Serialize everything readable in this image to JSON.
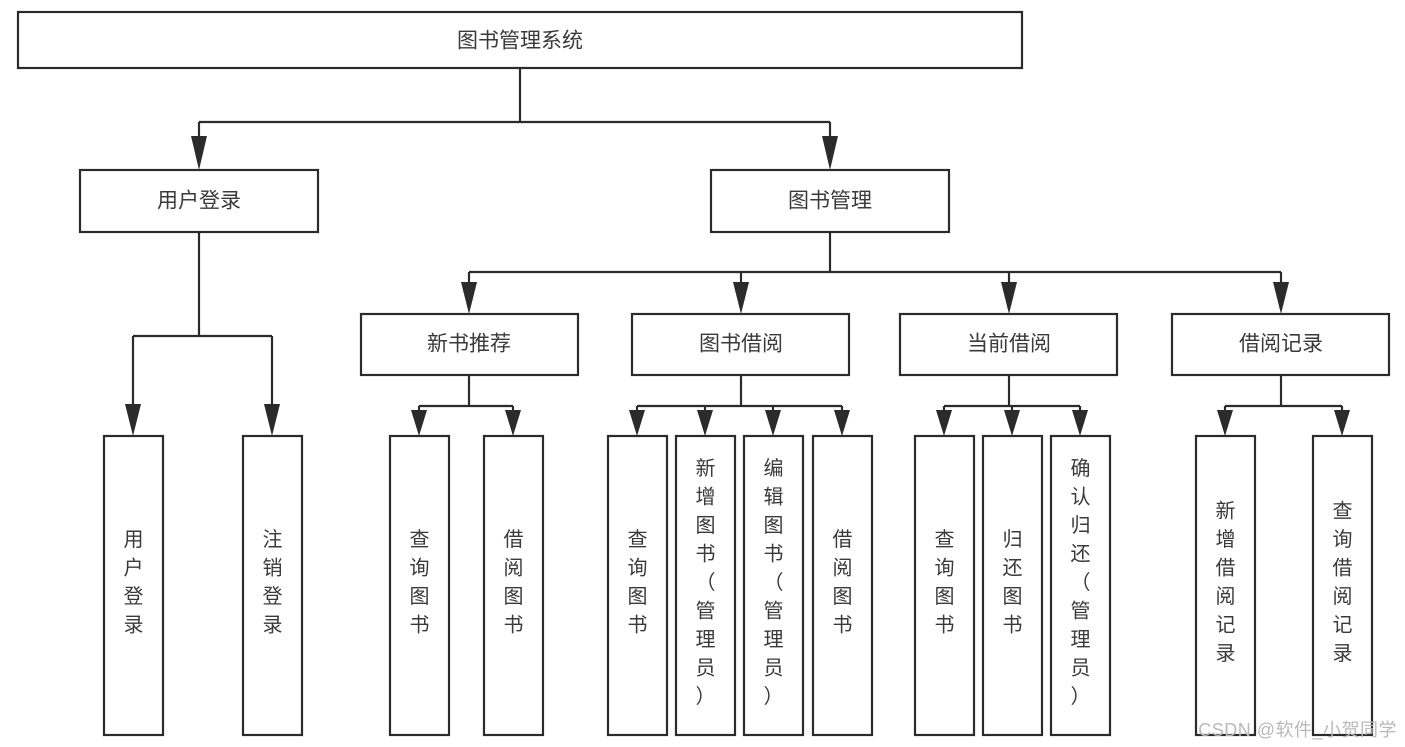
{
  "diagram": {
    "type": "tree",
    "title": "图书管理系统",
    "watermark": "CSDN @软件_小贺同学",
    "colors": {
      "stroke": "#2b2b2b",
      "fill": "#ffffff",
      "text": "#3a3a3a",
      "background": "#ffffff",
      "watermark": "#b9b9b9"
    },
    "root": {
      "id": "root",
      "label": "图书管理系统",
      "orientation": "horizontal"
    },
    "level2": [
      {
        "id": "user-login",
        "label": "用户登录",
        "orientation": "horizontal"
      },
      {
        "id": "book-manage",
        "label": "图书管理",
        "orientation": "horizontal"
      }
    ],
    "level3": [
      {
        "id": "new-book-recommend",
        "label": "新书推荐",
        "orientation": "horizontal",
        "parent": "book-manage"
      },
      {
        "id": "book-borrow",
        "label": "图书借阅",
        "orientation": "horizontal",
        "parent": "book-manage"
      },
      {
        "id": "current-borrow",
        "label": "当前借阅",
        "orientation": "horizontal",
        "parent": "book-manage"
      },
      {
        "id": "borrow-record",
        "label": "借阅记录",
        "orientation": "horizontal",
        "parent": "book-manage"
      }
    ],
    "leaves": [
      {
        "id": "leaf-user-login",
        "label": "用户登录",
        "orientation": "vertical",
        "parent": "user-login"
      },
      {
        "id": "leaf-logout",
        "label": "注销登录",
        "orientation": "vertical",
        "parent": "user-login"
      },
      {
        "id": "leaf-query-book-1",
        "label": "查询图书",
        "orientation": "vertical",
        "parent": "new-book-recommend"
      },
      {
        "id": "leaf-borrow-book-1",
        "label": "借阅图书",
        "orientation": "vertical",
        "parent": "new-book-recommend"
      },
      {
        "id": "leaf-query-book-2",
        "label": "查询图书",
        "orientation": "vertical",
        "parent": "book-borrow"
      },
      {
        "id": "leaf-add-book",
        "label": "新增图书（管理员）",
        "orientation": "vertical",
        "parent": "book-borrow"
      },
      {
        "id": "leaf-edit-book",
        "label": "编辑图书（管理员）",
        "orientation": "vertical",
        "parent": "book-borrow"
      },
      {
        "id": "leaf-borrow-book-2",
        "label": "借阅图书",
        "orientation": "vertical",
        "parent": "book-borrow"
      },
      {
        "id": "leaf-query-book-3",
        "label": "查询图书",
        "orientation": "vertical",
        "parent": "current-borrow"
      },
      {
        "id": "leaf-return-book",
        "label": "归还图书",
        "orientation": "vertical",
        "parent": "current-borrow"
      },
      {
        "id": "leaf-confirm-return",
        "label": "确认归还（管理员）",
        "orientation": "vertical",
        "parent": "current-borrow"
      },
      {
        "id": "leaf-add-record",
        "label": "新增借阅记录",
        "orientation": "vertical",
        "parent": "borrow-record"
      },
      {
        "id": "leaf-query-record",
        "label": "查询借阅记录",
        "orientation": "vertical",
        "parent": "borrow-record"
      }
    ]
  }
}
